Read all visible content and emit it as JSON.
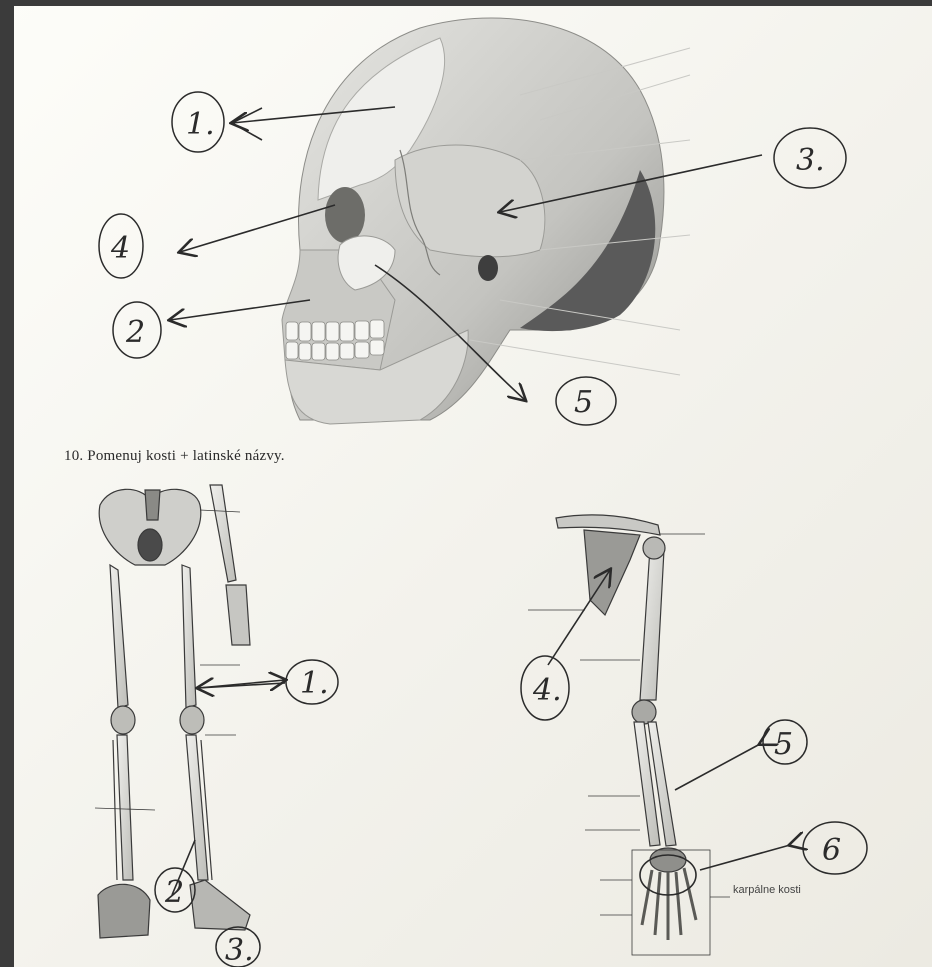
{
  "worksheet": {
    "question_heading": "10. Pomenuj kosti + latinské názvy.",
    "skull_labels": [
      "1.",
      "2",
      "3.",
      "4",
      "5"
    ],
    "leg_labels": [
      "1.",
      "2",
      "3."
    ],
    "arm_labels": [
      "4.",
      "5",
      "6"
    ],
    "wrist_caption": "karpálne kosti"
  },
  "colors": {
    "paper": "#f7f6f1",
    "ink": "#2b2b2b",
    "bone": "#dcdcd8",
    "bone_shadow": "#9a9a96",
    "skull_dark": "#5a5a5a"
  }
}
